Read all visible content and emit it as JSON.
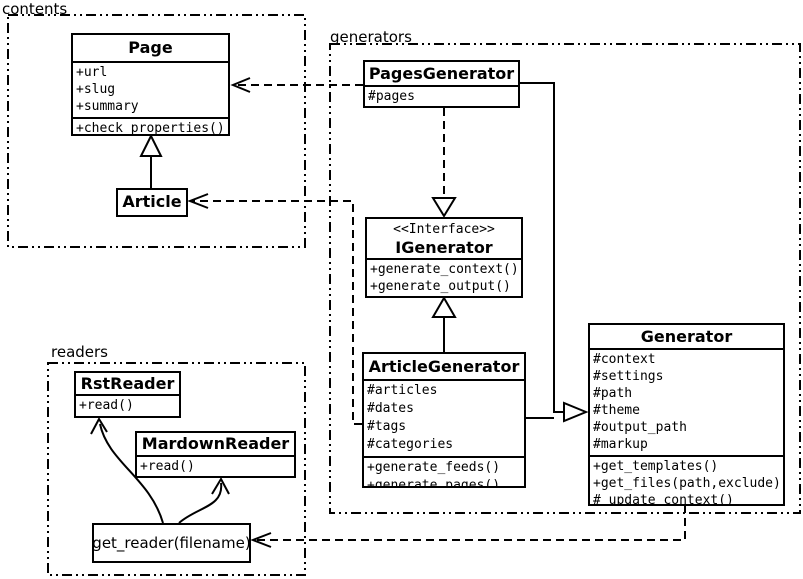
{
  "diagram": {
    "type": "uml-class-diagram"
  },
  "packages": {
    "contents": {
      "label": "contents"
    },
    "generators": {
      "label": "generators"
    },
    "readers": {
      "label": "readers"
    }
  },
  "classes": {
    "page": {
      "name": "Page",
      "attrs": [
        "+url",
        "+slug",
        "+summary"
      ],
      "methods": [
        "+check_properties()"
      ]
    },
    "article": {
      "name": "Article"
    },
    "pages_generator": {
      "name": "PagesGenerator",
      "attrs": [
        "#pages"
      ]
    },
    "igenerator": {
      "stereotype": "<<Interface>>",
      "name": "IGenerator",
      "methods": [
        "+generate_context()",
        "+generate_output()"
      ]
    },
    "article_generator": {
      "name": "ArticleGenerator",
      "attrs": [
        "#articles",
        "#dates",
        "#tags",
        "#categories"
      ],
      "methods": [
        "+generate_feeds()",
        "+generate_pages()"
      ]
    },
    "generator": {
      "name": "Generator",
      "attrs": [
        "#context",
        "#settings",
        "#path",
        "#theme",
        "#output_path",
        "#markup"
      ],
      "methods": [
        "+get_templates()",
        "+get_files(path,exclude)",
        "#_update_context()"
      ]
    },
    "rst_reader": {
      "name": "RstReader",
      "methods": [
        "+read()"
      ]
    },
    "mardown_reader": {
      "name": "MardownReader",
      "methods": [
        "+read()"
      ]
    },
    "get_reader": {
      "name": "get_reader(filename)"
    }
  },
  "relations": [
    {
      "from": "Article",
      "to": "Page",
      "type": "generalization-solid-hollow-triangle"
    },
    {
      "from": "PagesGenerator",
      "to": "Page",
      "type": "dependency-dashed-open-arrow"
    },
    {
      "from": "ArticleGenerator",
      "to": "Article",
      "type": "dependency-dashed-open-arrow"
    },
    {
      "from": "PagesGenerator",
      "to": "IGenerator",
      "type": "realization-dashed-hollow-triangle"
    },
    {
      "from": "ArticleGenerator",
      "to": "IGenerator",
      "type": "generalization-solid-hollow-triangle"
    },
    {
      "from": "PagesGenerator",
      "to": "Generator",
      "type": "generalization-solid-hollow-triangle"
    },
    {
      "from": "ArticleGenerator",
      "to": "Generator",
      "type": "generalization-solid-hollow-triangle"
    },
    {
      "from": "Generator",
      "to": "get_reader(filename)",
      "type": "dependency-dashed-open-arrow"
    },
    {
      "from": "get_reader(filename)",
      "to": "RstReader",
      "type": "solid-curved-open-arrow"
    },
    {
      "from": "get_reader(filename)",
      "to": "MardownReader",
      "type": "solid-curved-open-arrow"
    }
  ],
  "colors": {
    "line": "#000000",
    "background": "#ffffff",
    "box_fill": "#ffffff"
  }
}
